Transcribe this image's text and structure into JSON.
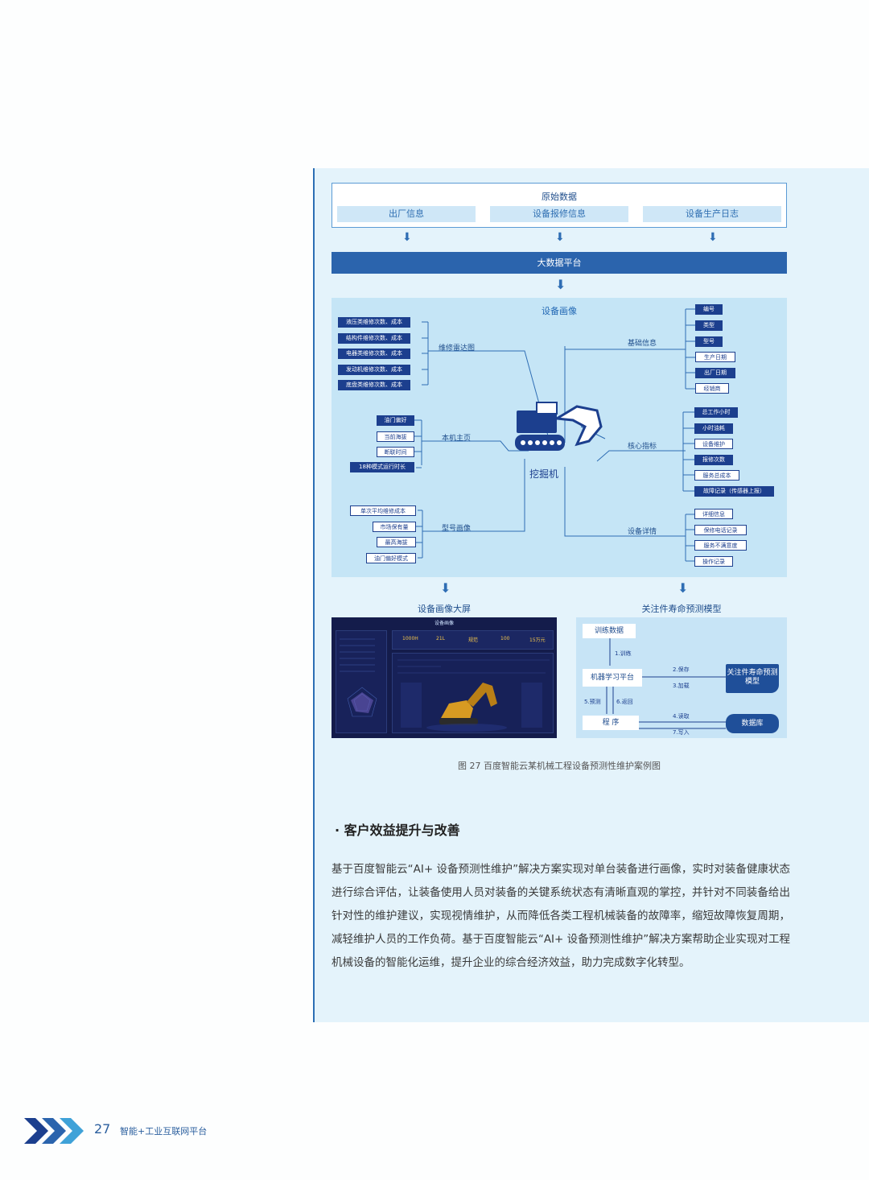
{
  "diagram": {
    "raw_data": {
      "title": "原始数据",
      "items": [
        "出厂信息",
        "设备报修信息",
        "设备生产日志"
      ]
    },
    "big_data_platform": "大数据平台",
    "portrait": {
      "title": "设备画像",
      "center": "挖掘机",
      "left_groups": [
        {
          "label": "维修雷达图",
          "items": [
            "液压类维修次数、成本",
            "结构件维修次数、成本",
            "电器类维修次数、成本",
            "发动机维修次数、成本",
            "底盘类维修次数、成本"
          ]
        },
        {
          "label": "本机主页",
          "items": [
            "油门偏好",
            "当前海拔",
            "断联时间",
            "18种模式运行时长"
          ]
        },
        {
          "label": "型号画像",
          "items": [
            "单次平均维修成本",
            "市场保有量",
            "最高海拔",
            "油门偏好模式"
          ]
        }
      ],
      "right_groups": [
        {
          "label": "基础信息",
          "items": [
            "编号",
            "类型",
            "型号",
            "生产日期",
            "出厂日期",
            "经销商"
          ]
        },
        {
          "label": "核心指标",
          "items": [
            "总工作小时",
            "小时油耗",
            "设备维护",
            "报修次数",
            "服务总成本",
            "故障记录（传感器上报）"
          ]
        },
        {
          "label": "设备详情",
          "items": [
            "详细信息",
            "保修电话记录",
            "服务不满意度",
            "操作记录"
          ]
        }
      ]
    },
    "screen": {
      "title": "设备画像大屏",
      "header": "设备画像",
      "kpis": [
        "1000H",
        "21L",
        "规范",
        "100",
        "15万元"
      ]
    },
    "model": {
      "title": "关注件寿命预测模型",
      "boxes": {
        "train_data": "训练数据",
        "ml_platform": "机器学习平台",
        "program": "程 序",
        "predict_model": "关注件寿命预测模型",
        "database": "数据库"
      },
      "steps": {
        "s1": "1.训练",
        "s2": "2.保存",
        "s3": "3.加载",
        "s4": "4.读取",
        "s5": "5.预测",
        "s6": "6.返回",
        "s7": "7.写入"
      }
    },
    "caption": "图 27 百度智能云某机械工程设备预测性维护案例图"
  },
  "section": {
    "heading": "· 客户效益提升与改善",
    "paragraph": "基于百度智能云“AI+ 设备预测性维护”解决方案实现对单台装备进行画像，实时对装备健康状态进行综合评估，让装备使用人员对装备的关键系统状态有清晰直观的掌控，并针对不同装备给出针对性的维护建议，实现视情维护，从而降低各类工程机械装备的故障率，缩短故障恢复周期，减轻维护人员的工作负荷。基于百度智能云“AI+ 设备预测性维护”解决方案帮助企业实现对工程机械设备的智能化运维，提升企业的综合经济效益，助力完成数字化转型。"
  },
  "footer": {
    "page_number": "27",
    "title": "智能+工业互联网平台"
  },
  "colors": {
    "accent": "#2b64ad",
    "panel": "#e4f3fb",
    "screen": "#141c4b"
  }
}
